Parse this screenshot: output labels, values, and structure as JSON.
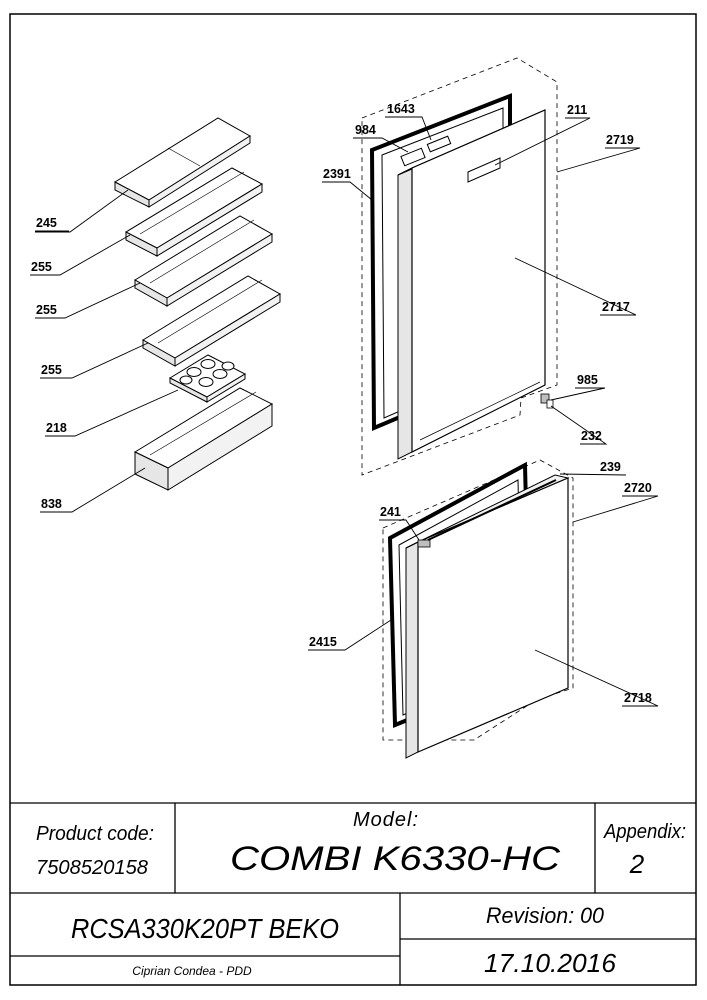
{
  "callouts": {
    "p245": "245",
    "p255a": "255",
    "p255b": "255",
    "p255c": "255",
    "p218": "218",
    "p838": "838",
    "p1643": "1643",
    "p984": "984",
    "p211": "211",
    "p2719": "2719",
    "p2391": "2391",
    "p2717": "2717",
    "p985": "985",
    "p232": "232",
    "p239": "239",
    "p2720": "2720",
    "p241": "241",
    "p2415": "2415",
    "p2718": "2718"
  },
  "title_block": {
    "product_code_label": "Product code:",
    "product_code": "7508520158",
    "model_label": "Model:",
    "model": "COMBI K6330-HC",
    "appendix_label": "Appendix:",
    "appendix": "2",
    "product_name": "RCSA330K20PT BEKO",
    "revision_label": "Revision: 00",
    "author": "Ciprian Condea - PDD",
    "date": "17.10.2016"
  },
  "colors": {
    "line": "#000000",
    "panel_fill": "#ffffff",
    "shade": "#d9d9d9"
  }
}
